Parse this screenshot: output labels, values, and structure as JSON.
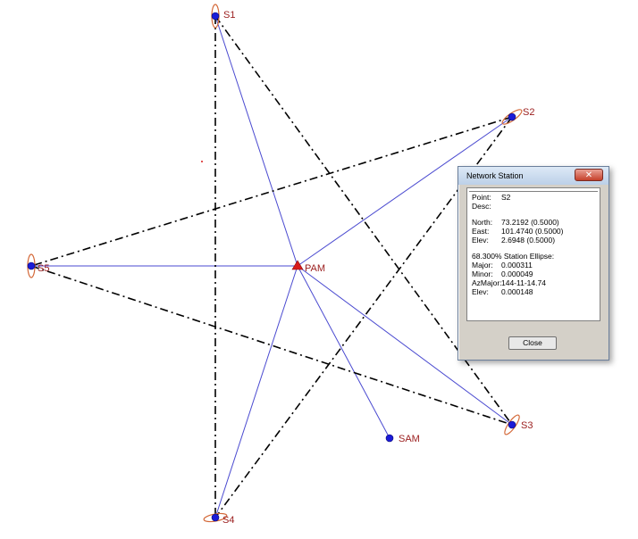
{
  "network": {
    "stations": [
      {
        "id": "S1",
        "label": "S1"
      },
      {
        "id": "S2",
        "label": "S2"
      },
      {
        "id": "S3",
        "label": "S3"
      },
      {
        "id": "S4",
        "label": "S4"
      },
      {
        "id": "S5",
        "label": "S5"
      },
      {
        "id": "PAM",
        "label": "PAM"
      },
      {
        "id": "SAM",
        "label": "SAM"
      }
    ],
    "colors": {
      "station": "#1b1bd8",
      "control_point": "#d81b1b",
      "ellipse": "#d46a3a",
      "solid_line": "#4a4ad0",
      "dashdot_line": "#000000",
      "label": "#9a1c1c"
    }
  },
  "dialog": {
    "title": "Network Station",
    "close_glyph": "✕",
    "point_label": "Point:",
    "point_value": "S2",
    "desc_label": "Desc:",
    "desc_value": "",
    "north_label": "North:",
    "north_value": "73.2192  (0.5000)",
    "east_label": "East:",
    "east_value": "101.4740  (0.5000)",
    "elev_label": "Elev:",
    "elev_value": "2.6948  (0.5000)",
    "ellipse_heading": "68.300% Station Ellipse:",
    "major_label": "Major:",
    "major_value": "0.000311",
    "minor_label": "Minor:",
    "minor_value": "0.000049",
    "azmajor_label": "AzMajor:",
    "azmajor_value": "144-11-14.74",
    "ellipse_elev_label": "Elev:",
    "ellipse_elev_value": "0.000148",
    "close_button": "Close"
  }
}
